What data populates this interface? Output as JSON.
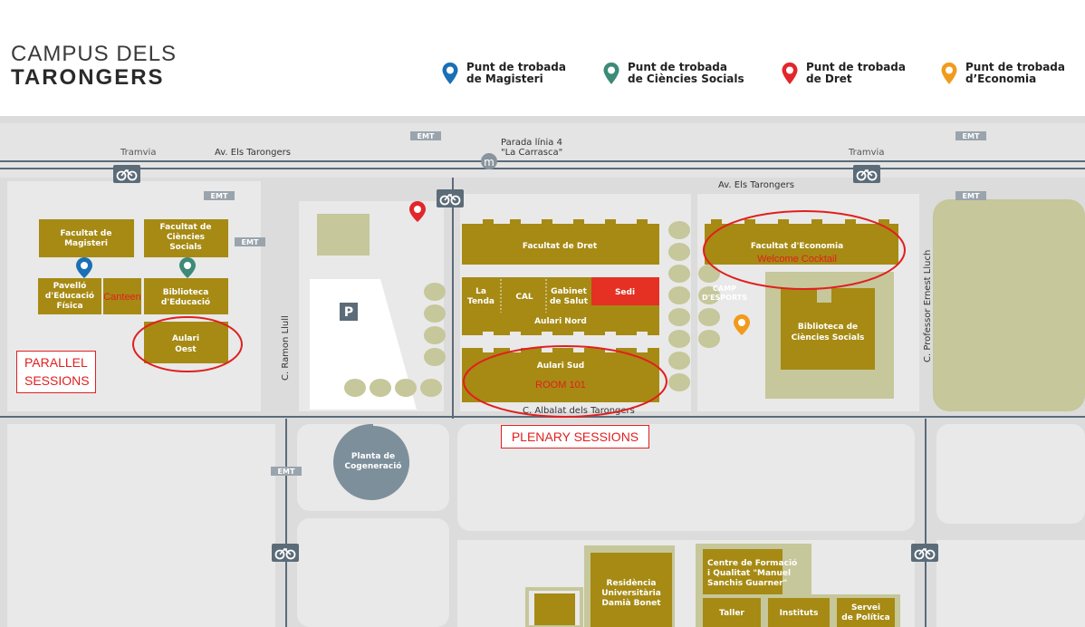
{
  "header": {
    "title_line1": "CAMPUS DELS",
    "title_line2": "TARONGERS"
  },
  "legend": [
    {
      "line1": "Punt de trobada",
      "line2": "de Magisteri",
      "color": "#1a6fb5"
    },
    {
      "line1": "Punt de trobada",
      "line2": "de Ciències Socials",
      "color": "#3d8a78"
    },
    {
      "line1": "Punt de trobada",
      "line2": "de Dret",
      "color": "#e2262b"
    },
    {
      "line1": "Punt de trobada",
      "line2": "d’Economia",
      "color": "#f29a1c"
    }
  ],
  "colors": {
    "building": "#a68a14",
    "green": "#c6c79a",
    "street": "#dcdcdc",
    "block": "#e9e9e9",
    "road": "#5b6b78",
    "highlight": "#e11f1f",
    "sedi": "#e53024"
  },
  "streets": {
    "tramvia_left": "Tramvia",
    "tramvia_right": "Tramvia",
    "av_tarongers_top": "Av. Els Tarongers",
    "av_tarongers_mid": "Av. Els Tarongers",
    "parada_line1": "Parada línia 4",
    "parada_line2": "\"La Carrasca\"",
    "metro": "m",
    "ramon_llull": "C. Ramon Llull",
    "ernest_lluch": "C. Professor Ernest Lluch",
    "albalat": "C. Albalat dels Tarongers"
  },
  "buildings": {
    "magisteri": [
      "Facultat de",
      "Magisteri"
    ],
    "ciencies_socials": [
      "Facultat de",
      "Ciències",
      "Socials"
    ],
    "pavello": [
      "Pavelló",
      "d'Educació",
      "Física"
    ],
    "biblioteca_educacio": [
      "Biblioteca",
      "d'Educació"
    ],
    "aulari_oest": [
      "Aulari",
      "Oest"
    ],
    "dret": "Facultat de Dret",
    "la_tenda": [
      "La",
      "Tenda"
    ],
    "cal": "CAL",
    "gabinet": [
      "Gabinet",
      "de Salut"
    ],
    "sedi": "Sedi",
    "aulari_nord": "Aulari Nord",
    "aulari_sud": "Aulari Sud",
    "economia": "Facultat d'Economia",
    "camp": [
      "CAMP",
      "D'ESPORTS"
    ],
    "biblioteca_cs": [
      "Biblioteca de",
      "Ciències Socials"
    ],
    "planta": [
      "Planta de",
      "Cogeneració"
    ],
    "residencia": [
      "Residència",
      "Universitària",
      "Damià Bonet"
    ],
    "centre_formacio": [
      "Centre de Formació",
      "i Qualitat \"Manuel",
      "Sanchis Guarner\""
    ],
    "taller": "Taller",
    "instituts": "Instituts",
    "servei": [
      "Servei",
      "de Política"
    ],
    "parking": "P"
  },
  "emt": "EMT",
  "annotations": {
    "canteen": "Canteen",
    "welcome_cocktail": "Welcome Cocktail",
    "room_101": "ROOM 101",
    "parallel_line1": "PARALLEL",
    "parallel_line2": "SESSIONS",
    "plenary": "PLENARY SESSIONS"
  }
}
